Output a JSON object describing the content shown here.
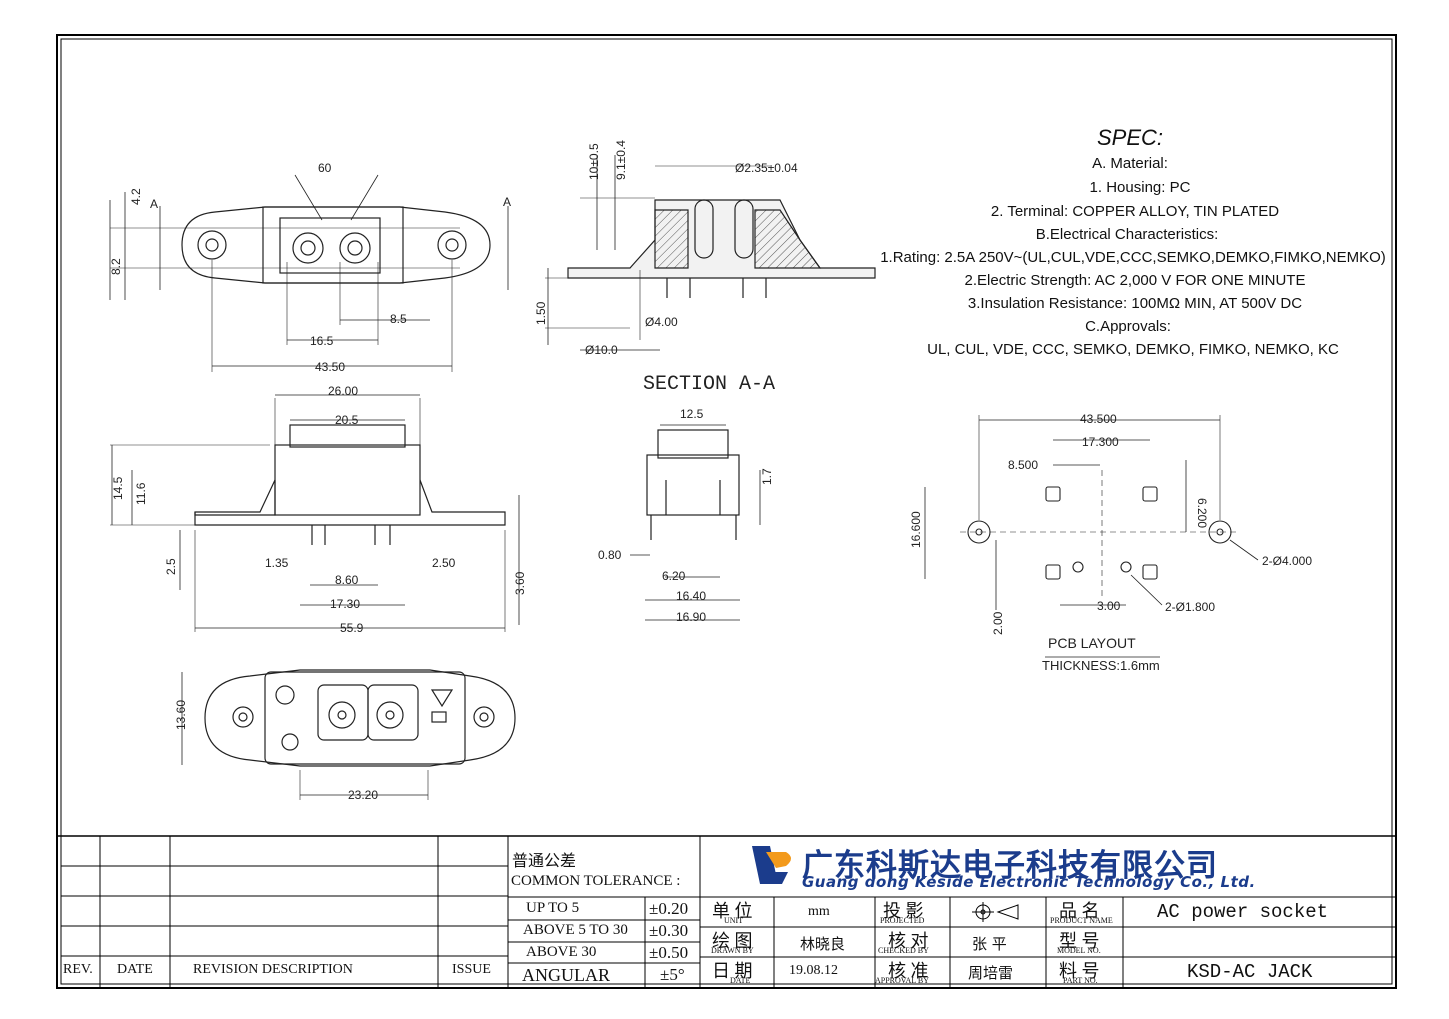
{
  "drawing": {
    "section_title": "SECTION   A-A",
    "section_marker": "A",
    "top_view": {
      "dims": [
        "60",
        "4.2",
        "8.2",
        "16.5",
        "8.5",
        "43.50"
      ]
    },
    "section_view": {
      "dims": [
        "10±0.5",
        "9.1±0.4",
        "Ø2.35±0.04",
        "1.50",
        "Ø4.00",
        "Ø10.0"
      ]
    },
    "front_view": {
      "dims": [
        "26.00",
        "20.5",
        "14.5",
        "11.6",
        "2.5",
        "1.35",
        "8.60",
        "2.50",
        "17.30",
        "3.60",
        "55.9"
      ]
    },
    "side_view": {
      "dims": [
        "12.5",
        "1.7",
        "0.80",
        "6.20",
        "16.40",
        "16.90"
      ]
    },
    "bottom_view": {
      "dims": [
        "13.60",
        "23.20"
      ]
    },
    "pcb": {
      "dims": [
        "43.500",
        "17.300",
        "8.500",
        "6.200",
        "16.600",
        "2-Ø4.000",
        "3.00",
        "2-Ø1.800",
        "2.00"
      ],
      "title": "PCB   LAYOUT",
      "thickness": "THICKNESS:1.6mm"
    }
  },
  "spec": {
    "title": "SPEC:",
    "lines": [
      "A. Material:",
      "1.  Housing: PC",
      "2.  Terminal: COPPER ALLOY, TIN PLATED",
      "B.Electrical Characteristics:",
      "1.Rating: 2.5A 250V~(UL,CUL,VDE,CCC,SEMKO,DEMKO,FIMKO,NEMKO)",
      "2.Electric Strength: AC 2,000 V FOR ONE MINUTE",
      "3.Insulation Resistance: 100MΩ MIN, AT 500V DC",
      "C.Approvals:",
      "UL, CUL, VDE, CCC, SEMKO, DEMKO, FIMKO, NEMKO, KC"
    ]
  },
  "title_block": {
    "revision_headers": {
      "rev": "REV.",
      "date": "DATE",
      "desc": "REVISION  DESCRIPTION",
      "issue": "ISSUE"
    },
    "tolerance": {
      "title_cn": "普通公差",
      "title_en": "COMMON TOLERANCE :",
      "rows": [
        {
          "label": "UP TO 5",
          "value": "±0.20"
        },
        {
          "label": "ABOVE 5 TO 30",
          "value": "±0.30"
        },
        {
          "label": "ABOVE 30",
          "value": "±0.50"
        },
        {
          "label": "ANGULAR",
          "value": "±5°"
        }
      ]
    },
    "company": {
      "name_cn": "广东科斯达电子科技有限公司",
      "name_en": "Guang dong Keside  Electronic Technology Co., Ltd."
    },
    "fields": {
      "unit_cn": "单 位",
      "unit_en": "UNIT",
      "unit_val": "mm",
      "projected_cn": "投 影",
      "projected_en": "PROJECTED",
      "product_cn": "品 名",
      "product_en": "PRODUCT NAME",
      "product_val": "AC power socket",
      "drawn_cn": "绘 图",
      "drawn_en": "DRAWN BY",
      "drawn_val": "林晓良",
      "checked_cn": "核 对",
      "checked_en": "CHECKED BY",
      "checked_val": "张 平",
      "model_cn": "型 号",
      "model_en": "MODEL NO.",
      "date_cn": "日 期",
      "date_en": "DATE",
      "date_val": "19.08.12",
      "approval_cn": "核 准",
      "approval_en": "APPROVAL BY",
      "approval_val": "周培雷",
      "part_cn": "料 号",
      "part_en": "PART NO.",
      "part_val": "KSD-AC JACK"
    }
  }
}
